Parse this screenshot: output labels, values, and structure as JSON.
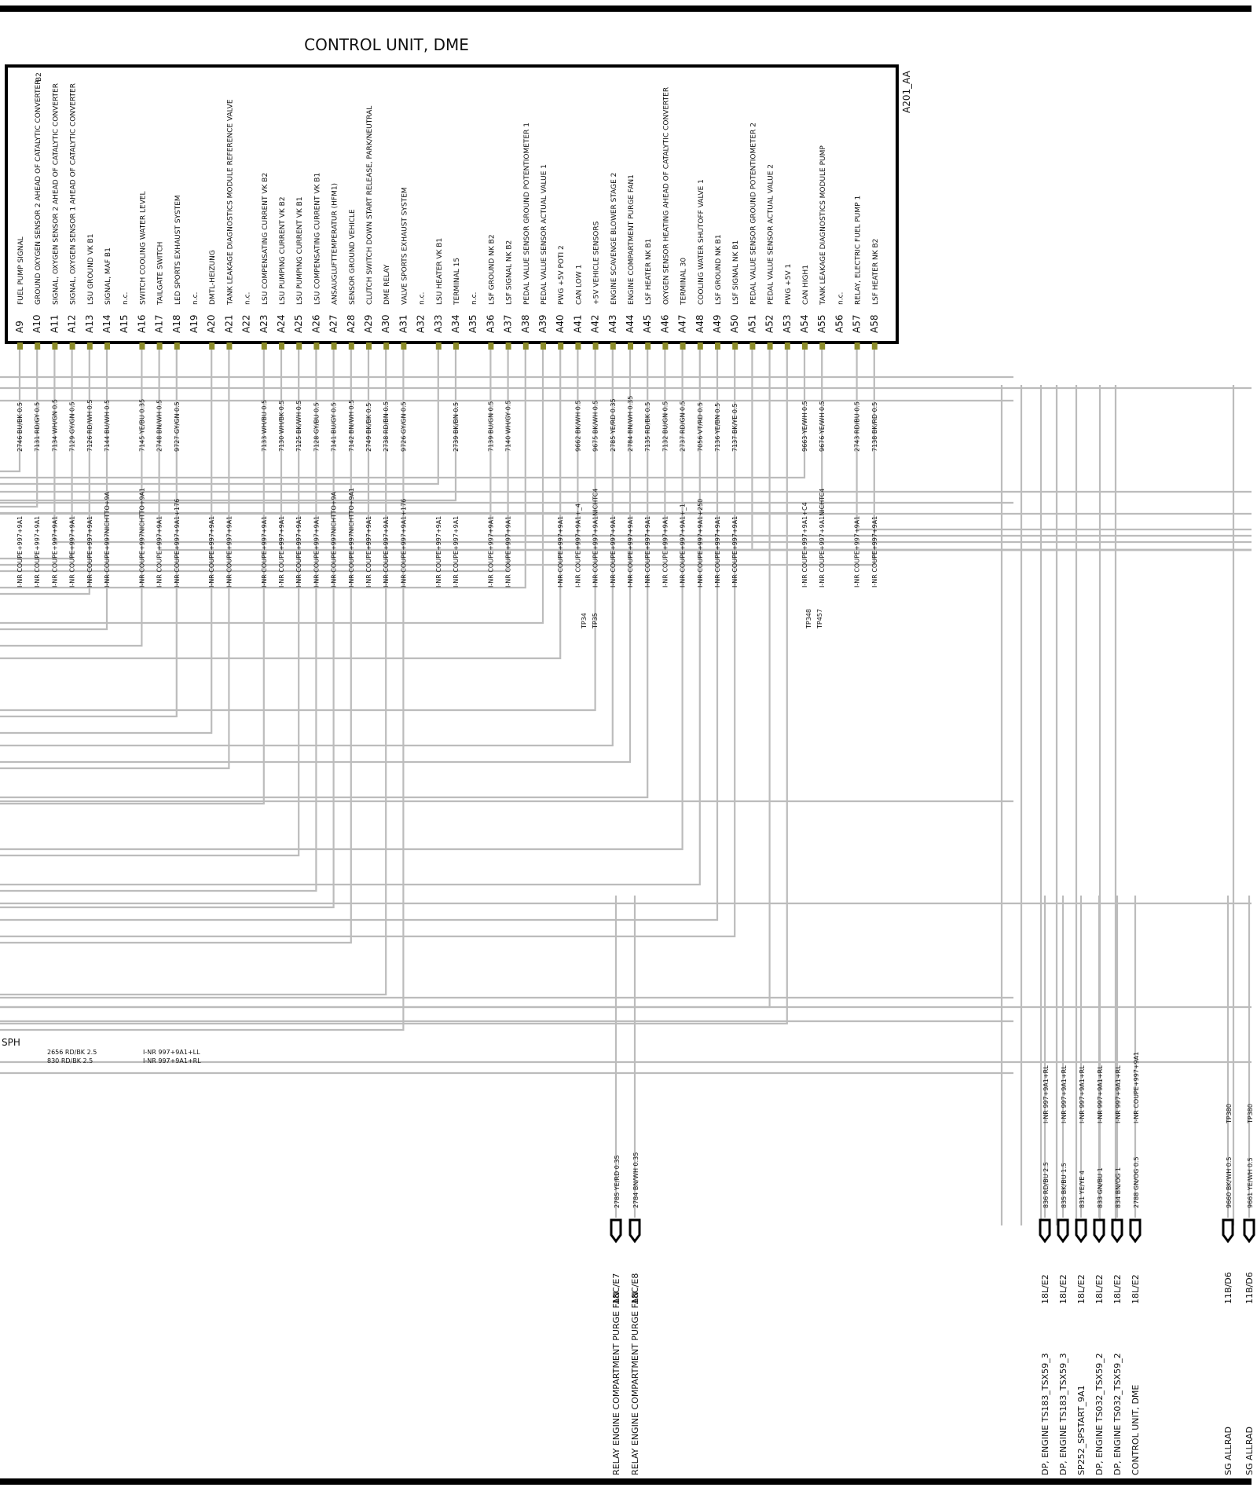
{
  "title": "CONTROL UNIT, DME",
  "unit_id": "A201_AA",
  "box_corner_label": "B2",
  "colors": {
    "wire": "#bcbcbc",
    "pin": "#8b8b2a",
    "frame": "#000000",
    "text": "#111111"
  },
  "pins": [
    {
      "id": "A9",
      "desc": "FUEL PUMP SIGNAL",
      "wire": "2746 BU/BK 0.5",
      "route": "I-NR COUPE+997+9A1"
    },
    {
      "id": "A10",
      "desc": "GROUND OXYGEN SENSOR 2 AHEAD OF CATALYTIC CONVERTER",
      "wire": "7131 RD/GY 0.5",
      "route": "I-NR COUPE+997+9A1"
    },
    {
      "id": "A11",
      "desc": "SIGNAL, OXYGEN SENSOR 2 AHEAD OF CATALYTIC CONVERTER",
      "wire": "7134 WH/GN 0.5",
      "route": "I-NR COUPE+997+9A1"
    },
    {
      "id": "A12",
      "desc": "SIGNAL, OXYGEN SENSOR 1 AHEAD OF CATALYTIC CONVERTER",
      "wire": "7129 GY/GN 0.5",
      "route": "I-NR COUPE+997+9A1"
    },
    {
      "id": "A13",
      "desc": "LSU GROUND VK B1",
      "wire": "7126 RD/WH 0.5",
      "route": "I-NR COUPE+997+9A1"
    },
    {
      "id": "A14",
      "desc": "SIGNAL, MAF        B1",
      "wire": "7144 BU/WH 0.5",
      "route": "I-NR COUPE+997NICHTTO+9A"
    },
    {
      "id": "A15",
      "desc": "n.c.",
      "wire": "",
      "route": ""
    },
    {
      "id": "A16",
      "desc": "SWITCH      COOLING WATER LEVEL",
      "wire": "7145 YE/BU 0.35",
      "route": "I-NR COUPE+997NICHTTO+9A1"
    },
    {
      "id": "A17",
      "desc": "TAILGATE SWITCH",
      "wire": "2748 BN/WH 0.5",
      "route": "I-NR COUPE+997+9A1"
    },
    {
      "id": "A18",
      "desc": "LED    SPORTS EXHAUST SYSTEM",
      "wire": "9727 GY/GN 0.5",
      "route": "I-NR COUPE+997+9A1+176"
    },
    {
      "id": "A19",
      "desc": "n.c.",
      "wire": "",
      "route": ""
    },
    {
      "id": "A20",
      "desc": "DMTL-HEIZUNG",
      "wire": "",
      "route": "I-NR COUPE+997+9A1"
    },
    {
      "id": "A21",
      "desc": "TANK LEAKAGE DIAGNOSTICS MODULE REFERENCE VALVE",
      "wire": "",
      "route": "I-NR COUPE+997+9A1"
    },
    {
      "id": "A22",
      "desc": "n.c.",
      "wire": "",
      "route": ""
    },
    {
      "id": "A23",
      "desc": "LSU COMPENSATING CURRENT VK B2",
      "wire": "7133 WH/BU 0.5",
      "route": "I-NR COUPE+997+9A1"
    },
    {
      "id": "A24",
      "desc": "LSU PUMPING CURRENT VK B2",
      "wire": "7130 WH/BK 0.5",
      "route": "I-NR COUPE+997+9A1"
    },
    {
      "id": "A25",
      "desc": "LSU PUMPING CURRENT VK B1",
      "wire": "7125 BK/WH 0.5",
      "route": "I-NR COUPE+997+9A1"
    },
    {
      "id": "A26",
      "desc": "LSU COMPENSATING CURRENT VK B1",
      "wire": "7128 GY/BU 0.5",
      "route": "I-NR COUPE+997+9A1"
    },
    {
      "id": "A27",
      "desc": "ANSAUGLUFTTEMPERATUR (HFM1)",
      "wire": "7141 BU/GY 0.5",
      "route": "I-NR COUPE+997NICHTTO+9A"
    },
    {
      "id": "A28",
      "desc": "SENSOR GROUND VEHICLE",
      "wire": "7142 BN/WH 0.5",
      "route": "I-NR COUPE+997NICHTTO+9A1"
    },
    {
      "id": "A29",
      "desc": "CLUTCH SWITCH DOWN START RELEASE, PARK/NEUTRAL",
      "wire": "2749 BK/BK 0.5",
      "route": "I-NR COUPE+997+9A1"
    },
    {
      "id": "A30",
      "desc": "DME RELAY",
      "wire": "2738 RD/BN 0.5",
      "route": "I-NR COUPE+997+9A1"
    },
    {
      "id": "A31",
      "desc": "VALVE    SPORTS EXHAUST SYSTEM",
      "wire": "9726 GY/GN 0.5",
      "route": "I-NR COUPE+997+9A1+176"
    },
    {
      "id": "A32",
      "desc": "n.c.",
      "wire": "",
      "route": ""
    },
    {
      "id": "A33",
      "desc": "LSU HEATER VK B1",
      "wire": "",
      "route": "I-NR COUPE+997+9A1"
    },
    {
      "id": "A34",
      "desc": "TERMINAL 15",
      "wire": "2739 BK/BN 0.5",
      "route": "I-NR COUPE+997+9A1"
    },
    {
      "id": "A35",
      "desc": "n.c.",
      "wire": "",
      "route": ""
    },
    {
      "id": "A36",
      "desc": "LSF GROUND NK B2",
      "wire": "7139 BU/GN 0.5",
      "route": "I-NR COUPE+997+9A1"
    },
    {
      "id": "A37",
      "desc": "LSF SIGNAL NK B2",
      "wire": "7140 WH/GY 0.5",
      "route": "I-NR COUPE+997+9A1"
    },
    {
      "id": "A38",
      "desc": "PEDAL VALUE SENSOR GROUND POTENTIOMETER 1",
      "wire": "",
      "route": ""
    },
    {
      "id": "A39",
      "desc": "PEDAL VALUE SENSOR ACTUAL VALUE 1",
      "wire": "",
      "route": ""
    },
    {
      "id": "A40",
      "desc": "PWG +5V POTI 2",
      "wire": "",
      "route": "I-NR COUPE+997+9A1"
    },
    {
      "id": "A41",
      "desc": "CAN LOW    1",
      "wire": "9662 BK/WH 0.5",
      "route": "I-NR COUPE+997+9A1+_4"
    },
    {
      "id": "A42",
      "desc": "+5V VEHICLE SENSORS",
      "wire": "9675 BK/WH 0.5",
      "route": "I-NR COUPE+997+9A1NICHTC4"
    },
    {
      "id": "A43",
      "desc": "ENGINE SCAVENGE BLOWER STAGE 2",
      "wire": "2785 YE/RD 0.35",
      "route": "I-NR COUPE+997+9A1"
    },
    {
      "id": "A44",
      "desc": "ENGINE COMPARTMENT PURGE FAN1",
      "wire": "2784 BN/WH 0.35",
      "route": "I-NR COUPE+997+9A1"
    },
    {
      "id": "A45",
      "desc": "LSF HEATER NK B1",
      "wire": "7135 RD/BK 0.5",
      "route": "I-NR COUPE+997+9A1"
    },
    {
      "id": "A46",
      "desc": "OXYGEN SENSOR HEATING AHEAD OF CATALYTIC CONVERTER",
      "wire": "7132 BU/GN 0.5",
      "route": "I-NR COUPE+997+9A1"
    },
    {
      "id": "A47",
      "desc": "TERMINAL 30",
      "wire": "2737 RD/GN 0.5",
      "route": "I-NR COUPE+997+9A1+_1"
    },
    {
      "id": "A48",
      "desc": "COOLING WATER SHUTOFF VALVE    1",
      "wire": "7056 VT/RD 0.5",
      "route": "I-NR COUPE+997+9A1+250"
    },
    {
      "id": "A49",
      "desc": "LSF GROUND NK B1",
      "wire": "7136 YE/BN 0.5",
      "route": "I-NR COUPE+997+9A1"
    },
    {
      "id": "A50",
      "desc": "LSF SIGNAL NK B1",
      "wire": "7137 BK/YE 0.5",
      "route": "I-NR COUPE+997+9A1"
    },
    {
      "id": "A51",
      "desc": "PEDAL VALUE SENSOR GROUND POTENTIOMETER 2",
      "wire": "",
      "route": ""
    },
    {
      "id": "A52",
      "desc": "PEDAL VALUE SENSOR ACTUAL VALUE 2",
      "wire": "",
      "route": ""
    },
    {
      "id": "A53",
      "desc": "PWG +5V 1",
      "wire": "",
      "route": ""
    },
    {
      "id": "A54",
      "desc": "CAN HIGH1",
      "wire": "9663 YE/WH 0.5",
      "route": "I-NR COUPE+997+9A1+C4"
    },
    {
      "id": "A55",
      "desc": "TANK LEAKAGE DIAGNOSTICS MODULE PUMP",
      "wire": "9676 YE/WH 0.5",
      "route": "I-NR COUPE+997+9A1NICHTC4"
    },
    {
      "id": "A56",
      "desc": "n.c.",
      "wire": "",
      "route": ""
    },
    {
      "id": "A57",
      "desc": "RELAY, ELECTRIC FUEL PUMP 1",
      "wire": "2743 RD/BU 0.5",
      "route": "I-NR COUPE+997+9A1"
    },
    {
      "id": "A58",
      "desc": "LSF HEATER NK B2",
      "wire": "7138 BK/RD 0.5",
      "route": "I-NR COUPE+997+9A1"
    }
  ],
  "test_points": [
    "TP34",
    "TP35",
    "TP348",
    "TP457"
  ],
  "left_cut": {
    "label": "SPH",
    "wires": [
      "2656 RD/BK 2.5",
      "830 RD/BK 2.5"
    ],
    "routes": [
      "I-NR 997+9A1+LL",
      "I-NR 997+9A1+RL"
    ]
  },
  "connectors": [
    {
      "wire": "2785 YE/RD 0.35",
      "ref": "18C/E7",
      "name": "RELAY ENGINE COMPARTMENT  PURGE FAN",
      "route": ""
    },
    {
      "wire": "2784 BN/WH 0.35",
      "ref": "18C/E8",
      "name": "RELAY ENGINE COMPARTMENT  PURGE FAN",
      "route": ""
    },
    {
      "wire": "836 RD/BU 2.5",
      "ref": "18L/E2",
      "name": "DP, ENGINE    TS183_TSX59_3",
      "route": "I-NR 997+9A1+RL"
    },
    {
      "wire": "835 BK/BU 1.5",
      "ref": "18L/E2",
      "name": "DP, ENGINE    TS183_TSX59_3",
      "route": "I-NR 997+9A1+RL"
    },
    {
      "wire": "831 YE/YE 4",
      "ref": "18L/E2",
      "name": "SP252_SPSTART_9A1",
      "route": "I-NR 997+9A1+RL"
    },
    {
      "wire": "833 GN/BU 1",
      "ref": "18L/E2",
      "name": "DP, ENGINE    TS032_TSX59_2",
      "route": "I-NR 997+9A1+RL"
    },
    {
      "wire": "834 BN/OG 1",
      "ref": "18L/E2",
      "name": "DP, ENGINE    TS032_TSX59_2",
      "route": "I-NR 997+9A1+RL"
    },
    {
      "wire": "2788 GN/OG 0.5",
      "ref": "18L/E2",
      "name": "CONTROL UNIT, DME",
      "route": "I-NR COUPE+997+9A1"
    },
    {
      "wire": "9660 BK/WH 0.5",
      "ref": "11B/D6",
      "name": "SG ALLRAD",
      "route": "TP380"
    },
    {
      "wire": "9661 YE/WH 0.5",
      "ref": "11B/D6",
      "name": "SG ALLRAD",
      "route": "TP380"
    }
  ]
}
